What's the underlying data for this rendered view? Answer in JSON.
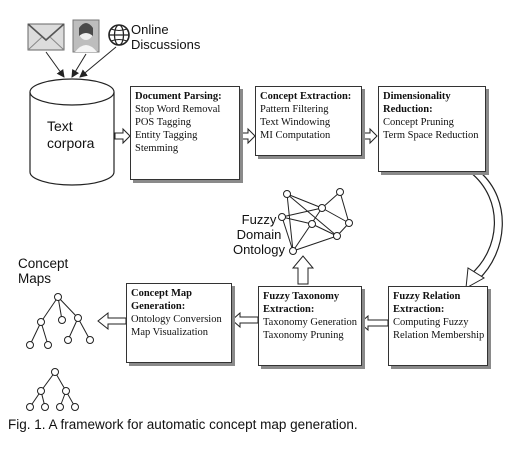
{
  "sources": {
    "online_label_line1": "Online",
    "online_label_line2": "Discussions",
    "corpus_label_line1": "Text",
    "corpus_label_line2": "corpora"
  },
  "boxes": {
    "document_parsing": {
      "title": "Document Parsing:",
      "items": [
        "Stop Word Removal",
        "POS Tagging",
        "Entity Tagging",
        "Stemming"
      ]
    },
    "concept_extraction": {
      "title": "Concept Extraction:",
      "items": [
        "Pattern Filtering",
        "Text Windowing",
        "MI Computation"
      ]
    },
    "dimensionality_reduction": {
      "title_line1": "Dimensionality",
      "title_line2": "Reduction:",
      "items": [
        "Concept Pruning",
        "Term Space Reduction"
      ]
    },
    "fuzzy_relation": {
      "title_line1": "Fuzzy Relation",
      "title_line2": "Extraction:",
      "items": [
        "Computing Fuzzy",
        "Relation Membership"
      ]
    },
    "fuzzy_taxonomy": {
      "title_line1": "Fuzzy Taxonomy",
      "title_line2": "Extraction:",
      "items": [
        "Taxonomy Generation",
        "Taxonomy Pruning"
      ]
    },
    "concept_map_generation": {
      "title_line1": "Concept Map",
      "title_line2": "Generation:",
      "items": [
        "Ontology Conversion",
        "Map Visualization"
      ]
    }
  },
  "ontology": {
    "line1": "Fuzzy",
    "line2": "Domain",
    "line3": "Ontology"
  },
  "concept_maps": {
    "line1": "Concept",
    "line2": "Maps"
  },
  "caption": "Fig. 1. A framework for automatic concept map generation."
}
